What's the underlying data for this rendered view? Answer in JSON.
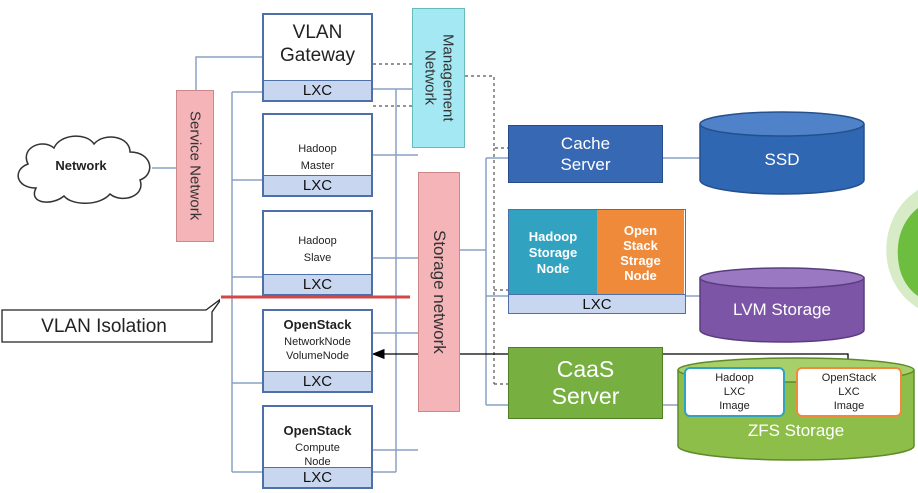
{
  "network": {
    "cloud_label": "Network"
  },
  "buses": {
    "service": "Service Network",
    "management": "Management\nNetwork",
    "storage": "Storage network"
  },
  "vlan_isolation": "VLAN Isolation",
  "nodes": {
    "vlan_gateway": {
      "title": "VLAN\nGateway",
      "lxc": "LXC"
    },
    "hadoop_master": {
      "title": "Hadoop\nMaster",
      "lxc": "LXC"
    },
    "hadoop_slave": {
      "title": "Hadoop\nSlave",
      "lxc": "LXC"
    },
    "openstack_network": {
      "title_bold": "OpenStack",
      "subtitle": "NetworkNode\nVolumeNode",
      "lxc": "LXC"
    },
    "openstack_compute": {
      "title_bold": "OpenStack",
      "subtitle": "Compute\nNode",
      "lxc": "LXC"
    }
  },
  "storage": {
    "cache_server": "Cache\nServer",
    "ssd": "SSD",
    "hadoop_storage_node": "Hadoop\nStorage\nNode",
    "openstack_storage_node": "Open\nStack\nStrage\nNode",
    "storage_lxc": "LXC",
    "lvm_storage": "LVM Storage",
    "caas_server": "CaaS\nServer",
    "zfs_storage": "ZFS Storage",
    "hadoop_image": "Hadoop\nLXC\nImage",
    "openstack_image": "OpenStack\nLXC\nImage"
  },
  "colors": {
    "service_bus": "#f5b5b8",
    "management_bus": "#a3e8f2",
    "storage_bus": "#f5b5b8",
    "vm_border": "#4f6fa8",
    "lxc_bar": "#c8d7ef",
    "cache_server": "#3768b4",
    "ssd": "#2f67b3",
    "hadoop_storage": "#31a3c0",
    "openstack_storage": "#ee8a3a",
    "lvm": "#7c55a6",
    "caas": "#77b041",
    "zfs": "#8dbe4a",
    "isolation_line": "#d04848"
  }
}
